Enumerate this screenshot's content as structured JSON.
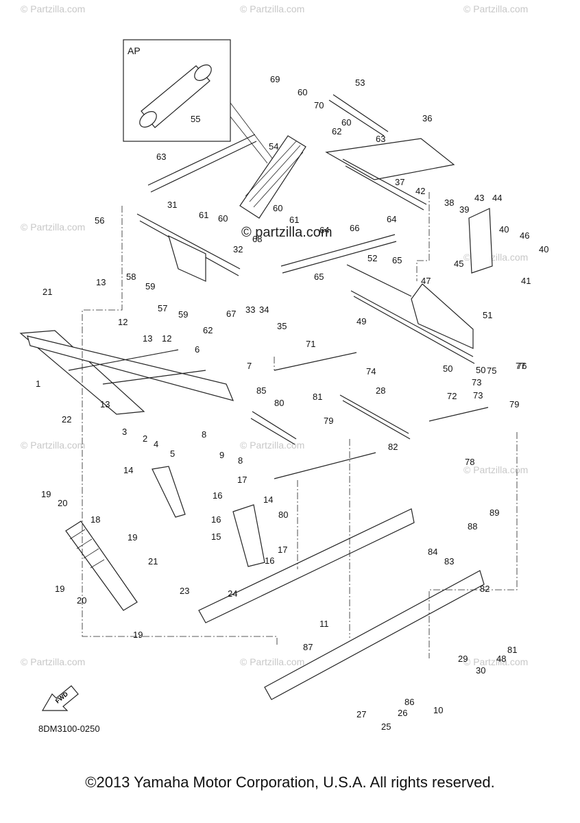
{
  "inset_label": "AP",
  "diagram_code": "8DM3100-0250",
  "center_watermark": "© partzilla.com",
  "background_watermark": "© Partzilla.com",
  "copyright": "©2013 Yamaha Motor Corporation, U.S.A. All rights reserved.",
  "direction_arrow_label": "FWD",
  "callouts": [
    "1",
    "2",
    "3",
    "4",
    "5",
    "6",
    "7",
    "8",
    "8",
    "9",
    "10",
    "11",
    "12",
    "12",
    "13",
    "13",
    "13",
    "14",
    "14",
    "15",
    "16",
    "16",
    "16",
    "17",
    "17",
    "18",
    "19",
    "19",
    "19",
    "19",
    "20",
    "20",
    "21",
    "21",
    "22",
    "23",
    "24",
    "25",
    "26",
    "27",
    "28",
    "29",
    "30",
    "31",
    "32",
    "33",
    "34",
    "35",
    "36",
    "37",
    "38",
    "39",
    "40",
    "40",
    "41",
    "42",
    "43",
    "44",
    "45",
    "46",
    "47",
    "48",
    "49",
    "50",
    "50",
    "51",
    "52",
    "53",
    "54",
    "55",
    "56",
    "57",
    "58",
    "59",
    "59",
    "60",
    "60",
    "60",
    "60",
    "61",
    "61",
    "62",
    "62",
    "63",
    "63",
    "64",
    "64",
    "65",
    "65",
    "66",
    "67",
    "68",
    "69",
    "70",
    "71",
    "72",
    "73",
    "73",
    "74",
    "75",
    "76",
    "77",
    "78",
    "79",
    "79",
    "80",
    "80",
    "81",
    "81",
    "82",
    "82",
    "83",
    "84",
    "85",
    "86",
    "87",
    "88",
    "89"
  ]
}
